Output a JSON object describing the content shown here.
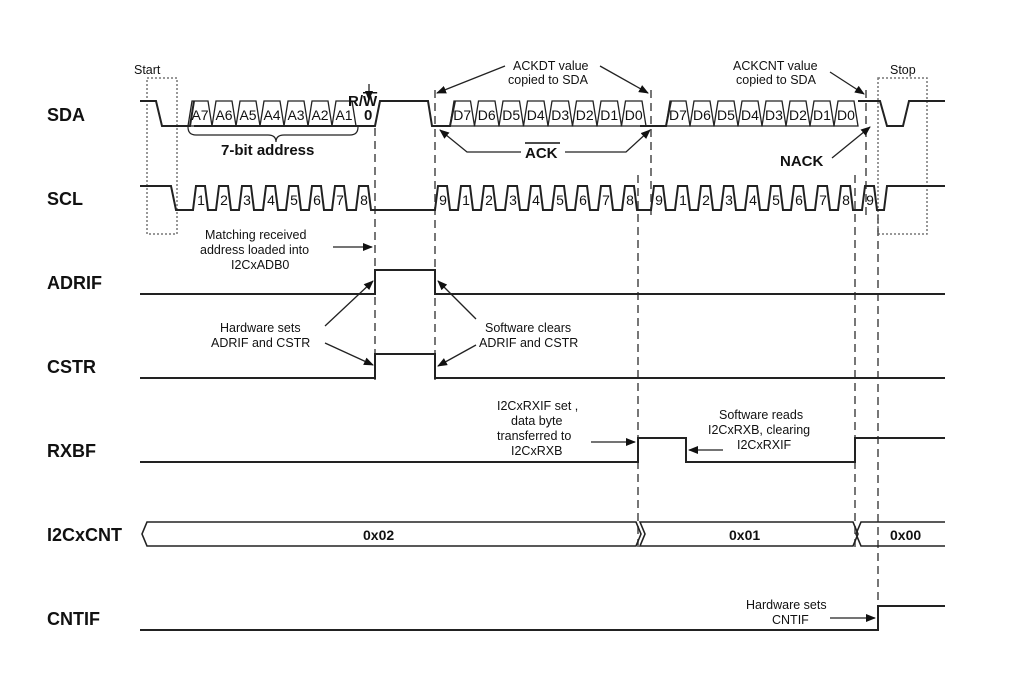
{
  "signals": {
    "sda": "SDA",
    "scl": "SCL",
    "adrif": "ADRIF",
    "cstr": "CSTR",
    "rxbf": "RXBF",
    "cnt": "I2CxCNT",
    "cntif": "CNTIF"
  },
  "markers": {
    "start": "Start",
    "stop": "Stop",
    "rw": "R/W",
    "rw_bit": "0"
  },
  "address_bits": [
    "A7",
    "A6",
    "A5",
    "A4",
    "A3",
    "A2",
    "A1"
  ],
  "data_bits_1": [
    "D7",
    "D6",
    "D5",
    "D4",
    "D3",
    "D2",
    "D1",
    "D0"
  ],
  "data_bits_2": [
    "D7",
    "D6",
    "D5",
    "D4",
    "D3",
    "D2",
    "D1",
    "D0"
  ],
  "clock_labels_1": [
    "1",
    "2",
    "3",
    "4",
    "5",
    "6",
    "7",
    "8"
  ],
  "clock_labels_2": [
    "9",
    "1",
    "2",
    "3",
    "4",
    "5",
    "6",
    "7",
    "8"
  ],
  "clock_labels_3": [
    "9",
    "1",
    "2",
    "3",
    "4",
    "5",
    "6",
    "7",
    "8"
  ],
  "clock_label_final": "9",
  "annotations": {
    "address_label": "7-bit address",
    "ackdt_1": "ACKDT value",
    "ackdt_2": "copied to SDA",
    "ack": "ACK",
    "ackcnt_1": "ACKCNT value",
    "ackcnt_2": "copied to SDA",
    "nack": "NACK",
    "match_1": "Matching received",
    "match_2": "address loaded into",
    "match_3": "I2CxADB0",
    "hw_sets_1": "Hardware sets",
    "hw_sets_2": "ADRIF and CSTR",
    "sw_clears_1": "Software clears",
    "sw_clears_2": "ADRIF and CSTR",
    "rxif_1": "I2CxRXIF set ,",
    "rxif_2": "data byte",
    "rxif_3": "transferred to",
    "rxif_4": "I2CxRXB",
    "sw_reads_1": "Software reads",
    "sw_reads_2": "I2CxRXB, clearing",
    "sw_reads_3": "I2CxRXIF",
    "cntif_1": "Hardware sets",
    "cntif_2": "CNTIF"
  },
  "counter_values": [
    "0x02",
    "0x01",
    "0x00"
  ]
}
